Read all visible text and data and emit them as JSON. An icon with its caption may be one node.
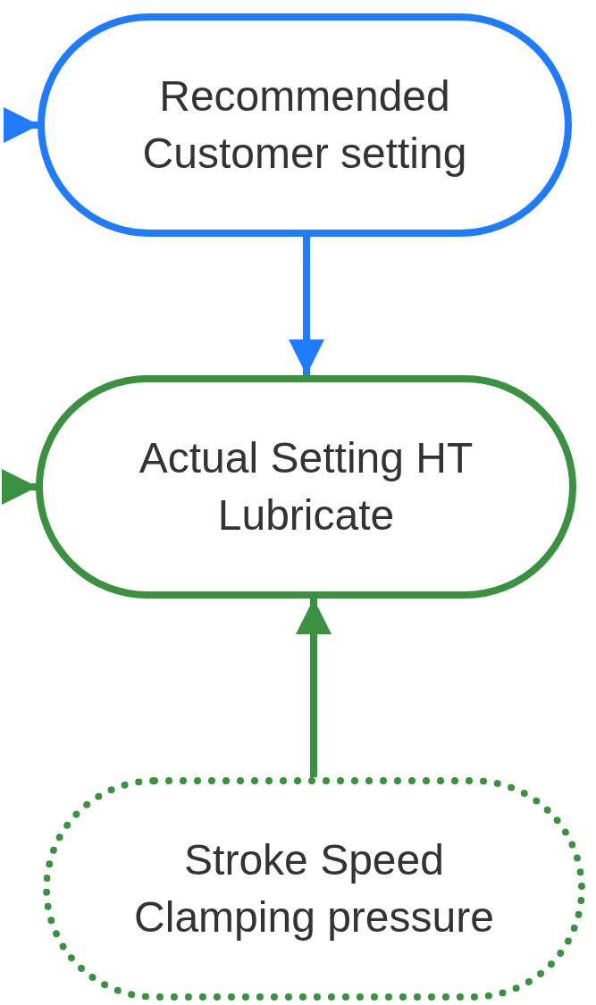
{
  "diagram": {
    "nodes": [
      {
        "text": [
          "Recommended Customer setting"
        ]
      },
      {
        "text": [
          "Actual Setting HT Lubricate"
        ]
      },
      {
        "text": [
          "Stroke Speed Clamping pressure"
        ]
      }
    ],
    "edges": [
      {
        "from": null,
        "to": 0,
        "arrow": "to",
        "color": "#1f7bff"
      },
      {
        "from": 0,
        "to": 1,
        "arrow": "to",
        "color": "#1f7bff"
      },
      {
        "from": null,
        "to": 1,
        "arrow": "to",
        "color": "#3a9140"
      },
      {
        "from": 2,
        "to": 1,
        "arrow": "to",
        "color": "#3a9140"
      }
    ]
  }
}
